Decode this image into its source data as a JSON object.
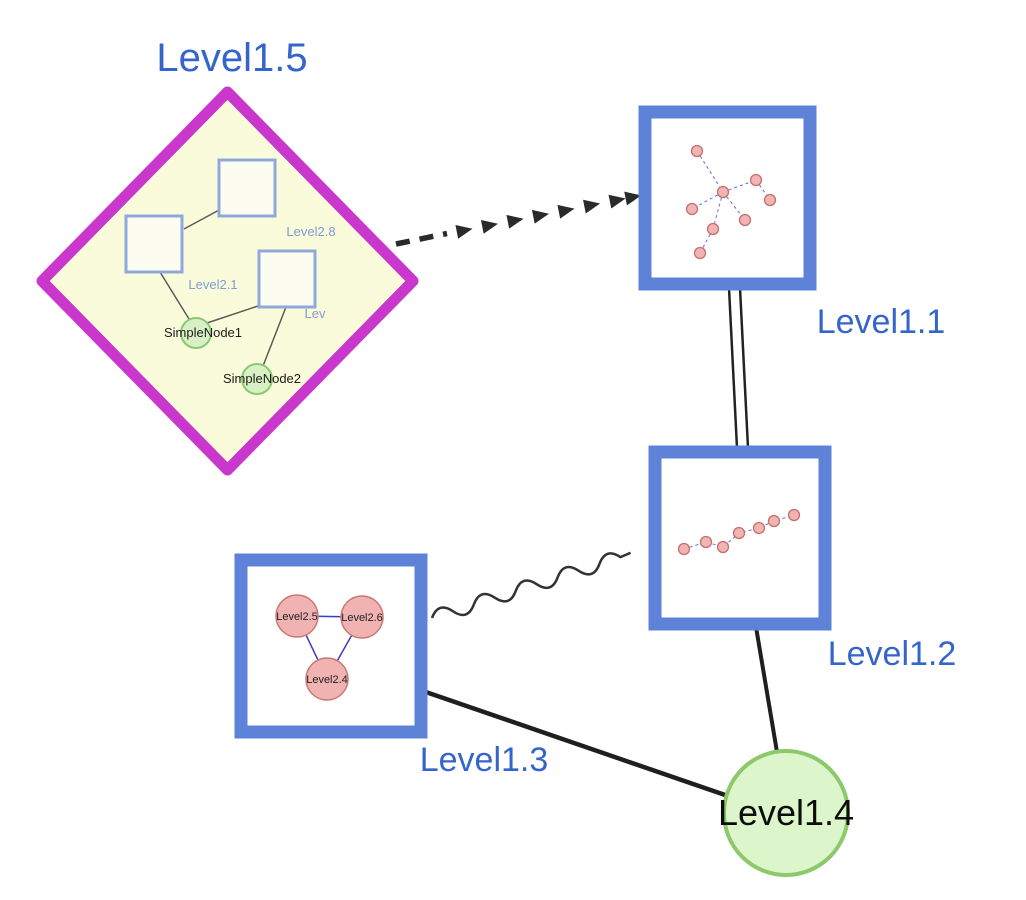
{
  "diagram": {
    "type": "nested-graph-visualization",
    "background_color": "#ffffff",
    "top_level_nodes": [
      {
        "id": "level1_5",
        "label": "Level1.5",
        "shape": "diamond-group",
        "border_color": "#c937cd",
        "fill_color": "#fafbda",
        "label_color": "#3564cb"
      },
      {
        "id": "level1_1",
        "label": "Level1.1",
        "shape": "square-group",
        "border_color": "#5e82d8",
        "fill_color": "#ffffff",
        "label_color": "#3564cb"
      },
      {
        "id": "level1_2",
        "label": "Level1.2",
        "shape": "square-group",
        "border_color": "#5e82d8",
        "fill_color": "#ffffff",
        "label_color": "#3564cb"
      },
      {
        "id": "level1_3",
        "label": "Level1.3",
        "shape": "square-group",
        "border_color": "#5e82d8",
        "fill_color": "#ffffff",
        "label_color": "#3564cb"
      },
      {
        "id": "level1_4",
        "label": "Level1.4",
        "shape": "circle",
        "border_color": "#8bc96b",
        "fill_color": "#ddf5cb",
        "label_color": "#111111"
      }
    ],
    "edges": [
      {
        "from": "Level1.5",
        "to": "Level1.1",
        "style": "dashed-black-arrow"
      },
      {
        "from": "Level1.1",
        "to": "Level1.2",
        "style": "double-parallel-line"
      },
      {
        "from": "Level1.3",
        "to": "Level1.2",
        "style": "wavy-line"
      },
      {
        "from": "Level1.3",
        "to": "Level1.4",
        "style": "solid-line"
      },
      {
        "from": "Level1.2",
        "to": "Level1.4",
        "style": "solid-line"
      }
    ],
    "level1_5_children": {
      "square_labels": [
        "Level2.8",
        "Level2.1",
        "Lev"
      ],
      "circle_labels": [
        "SimpleNode1",
        "SimpleNode2"
      ],
      "square_border_color": "#8fa9dc",
      "square_fill_color": "#fcfdf0",
      "circle_fill_color": "#d8f1c4",
      "circle_border_color": "#8bc873",
      "inner_label_color": "#7f9cd4"
    },
    "level1_3_children": {
      "circle_labels": [
        "Level2.5",
        "Level2.6",
        "Level2.4"
      ],
      "circle_fill_color": "#f0b3b1",
      "circle_border_color": "#c97975",
      "edge_color": "#3c3cc4"
    },
    "level1_1_children": {
      "node_count": 8,
      "node_color": "#f2b4b2",
      "edge_style": "dashed-blue"
    },
    "level1_2_children": {
      "node_count": 7,
      "node_color": "#f2b4b2",
      "edge_style": "dashed-blue"
    }
  }
}
